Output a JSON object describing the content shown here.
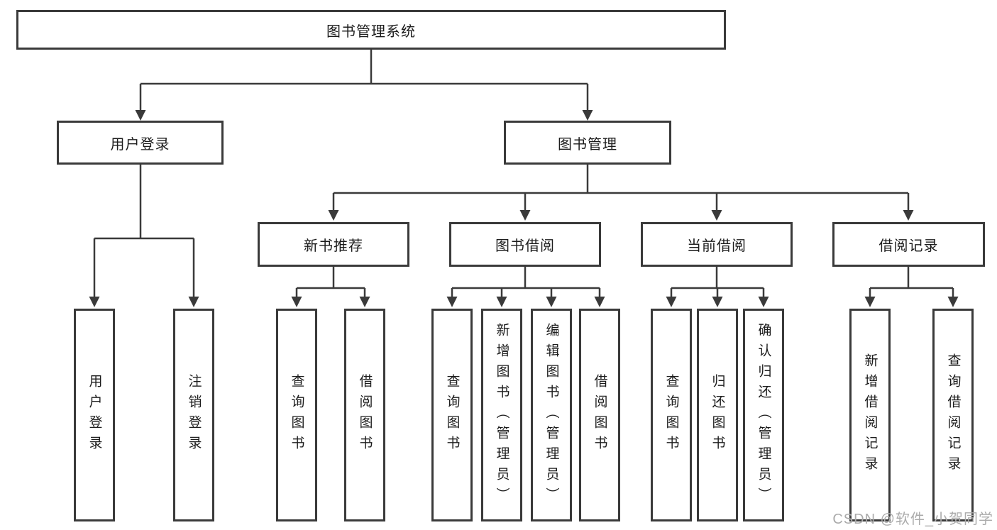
{
  "diagram": {
    "root": {
      "label": "图书管理系统"
    },
    "level2": {
      "user_login": "用户登录",
      "book_mgmt": "图书管理"
    },
    "level3": {
      "new_book": "新书推荐",
      "book_borrow": "图书借阅",
      "current_borrow": "当前借阅",
      "borrow_record": "借阅记录"
    },
    "leaves": {
      "user": [
        "用户登录",
        "注销登录"
      ],
      "new_book": [
        "查询图书",
        "借阅图书"
      ],
      "book_borrow": [
        "查询图书",
        "新增图书（管理员）",
        "编辑图书（管理员）",
        "借阅图书"
      ],
      "current_borrow": [
        "查询图书",
        "归还图书",
        "确认归还（管理员）"
      ],
      "borrow_record": [
        "新增借阅记录",
        "查询借阅记录"
      ]
    },
    "watermark": "CSDN @软件_小贺同学",
    "colors": {
      "line": "#3a3a3a",
      "text": "#1c1c1c",
      "watermark": "#ababab",
      "background": "#ffffff"
    }
  }
}
